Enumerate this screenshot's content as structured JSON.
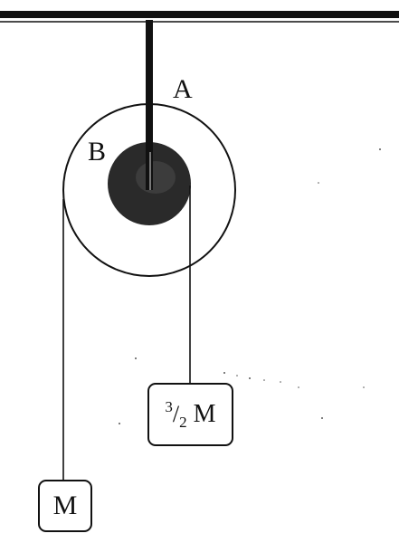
{
  "labels": {
    "outer_pulley": "A",
    "inner_pulley": "B"
  },
  "masses": {
    "left": "M",
    "right_numerator": "3",
    "right_slash": "/",
    "right_denominator": "2",
    "right_unit": "M"
  },
  "colors": {
    "ink": "#111111",
    "hub": "#2a2a2a",
    "background": "#ffffff"
  }
}
